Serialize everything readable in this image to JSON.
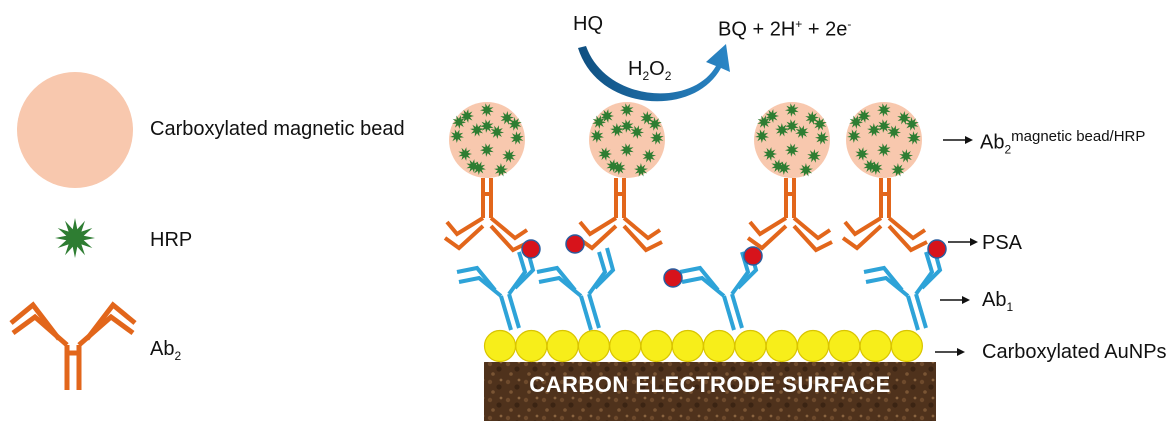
{
  "legend": {
    "bead_label": "Carboxylated magnetic bead",
    "hrp_label": "HRP",
    "ab2_label": "Ab",
    "ab2_sub": "2"
  },
  "reaction": {
    "reactant": "HQ",
    "oxidant_main": "H",
    "oxidant_sub1": "2",
    "oxidant_mid": "O",
    "oxidant_sub2": "2",
    "product_prefix": "BQ + 2H",
    "product_sup1": "+",
    "product_mid": " + 2e",
    "product_sup2": "-"
  },
  "labels": {
    "conjugate_main": "Ab",
    "conjugate_sub": "2",
    "conjugate_sup": "magnetic bead/HRP",
    "psa": "PSA",
    "ab1_main": "Ab",
    "ab1_sub": "1",
    "aunps": "Carboxylated AuNPs"
  },
  "electrode": {
    "label": "CARBON ELECTRODE SURFACE"
  },
  "colors": {
    "bead": "#f8c8ae",
    "hrp": "#2e7d32",
    "ab2": "#e2661b",
    "ab1": "#2ea3d8",
    "psa": "#d7131b",
    "aunp": "#f7ee1a",
    "aunp_edge": "#d9c400",
    "electrode": "#5a3a22",
    "arrow": "#1c6ea4"
  }
}
